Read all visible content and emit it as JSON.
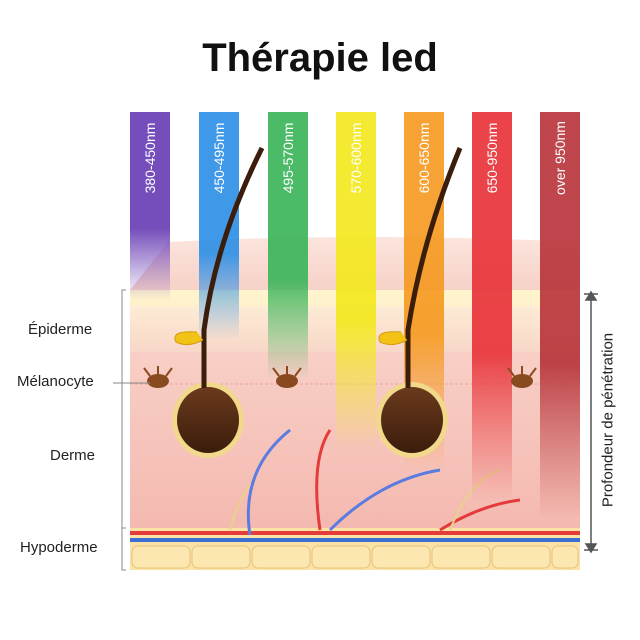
{
  "title": "Thérapie led",
  "wavelength_bands": [
    {
      "label": "380-450nm",
      "color": "#6a3fb5"
    },
    {
      "label": "450-495nm",
      "color": "#2f8fe6"
    },
    {
      "label": "495-570nm",
      "color": "#3cb55a"
    },
    {
      "label": "570-600nm",
      "color": "#f3e81f"
    },
    {
      "label": "600-650nm",
      "color": "#f59a22"
    },
    {
      "label": "650-950nm",
      "color": "#e8343a"
    },
    {
      "label": "over  950nm",
      "color": "#b8363c"
    }
  ],
  "layers": {
    "epidermis": "Épiderme",
    "melanocyte": "Mélanocyte",
    "dermis": "Derme",
    "hypodermis": "Hypoderme"
  },
  "depth_label": "Profondeur de pénétration"
}
